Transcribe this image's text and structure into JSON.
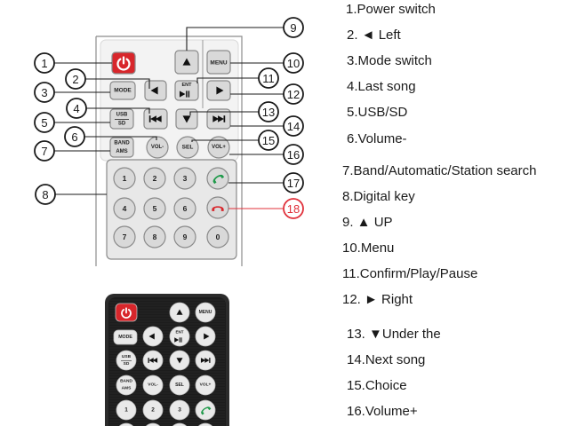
{
  "colors": {
    "power_red": "#d8262b",
    "call_green": "#1f9a4a",
    "hangup_red": "#d8262b",
    "marker_red": "#e0303a"
  },
  "diagram": {
    "markers": [
      "1",
      "2",
      "3",
      "4",
      "5",
      "6",
      "7",
      "8",
      "9",
      "10",
      "11",
      "12",
      "13",
      "14",
      "15",
      "16",
      "17",
      "18"
    ],
    "buttons": {
      "mode": "MODE",
      "menu": "MENU",
      "ent_top": "ENT",
      "usb": "USB",
      "sd": "SD",
      "band": "BAND",
      "ams": "AMS",
      "vol_minus": "VOL-",
      "sel": "SEL",
      "vol_plus": "VOL+",
      "digits": [
        "1",
        "2",
        "3",
        "4",
        "5",
        "6",
        "7",
        "8",
        "9",
        "0"
      ]
    },
    "icons": {
      "power": "power-icon",
      "up": "triangle-up-icon",
      "down": "triangle-down-icon",
      "left": "triangle-left-icon",
      "right": "triangle-right-icon",
      "prev": "previous-track-icon",
      "next": "next-track-icon",
      "play_pause": "play-pause-icon",
      "call": "phone-call-icon",
      "hangup": "phone-hangup-icon"
    }
  },
  "legend": {
    "items": [
      "1.Power switch",
      "2. ◄ Left",
      "3.Mode switch",
      "4.Last song",
      "5.USB/SD",
      "6.Volume-",
      "7.Band/Automatic/Station search",
      "8.Digital key",
      "9. ▲ UP",
      "10.Menu",
      "11.Confirm/Play/Pause",
      "12. ► Right",
      "13. ▼Under the",
      "14.Next song",
      "15.Choice",
      "16.Volume+"
    ]
  }
}
